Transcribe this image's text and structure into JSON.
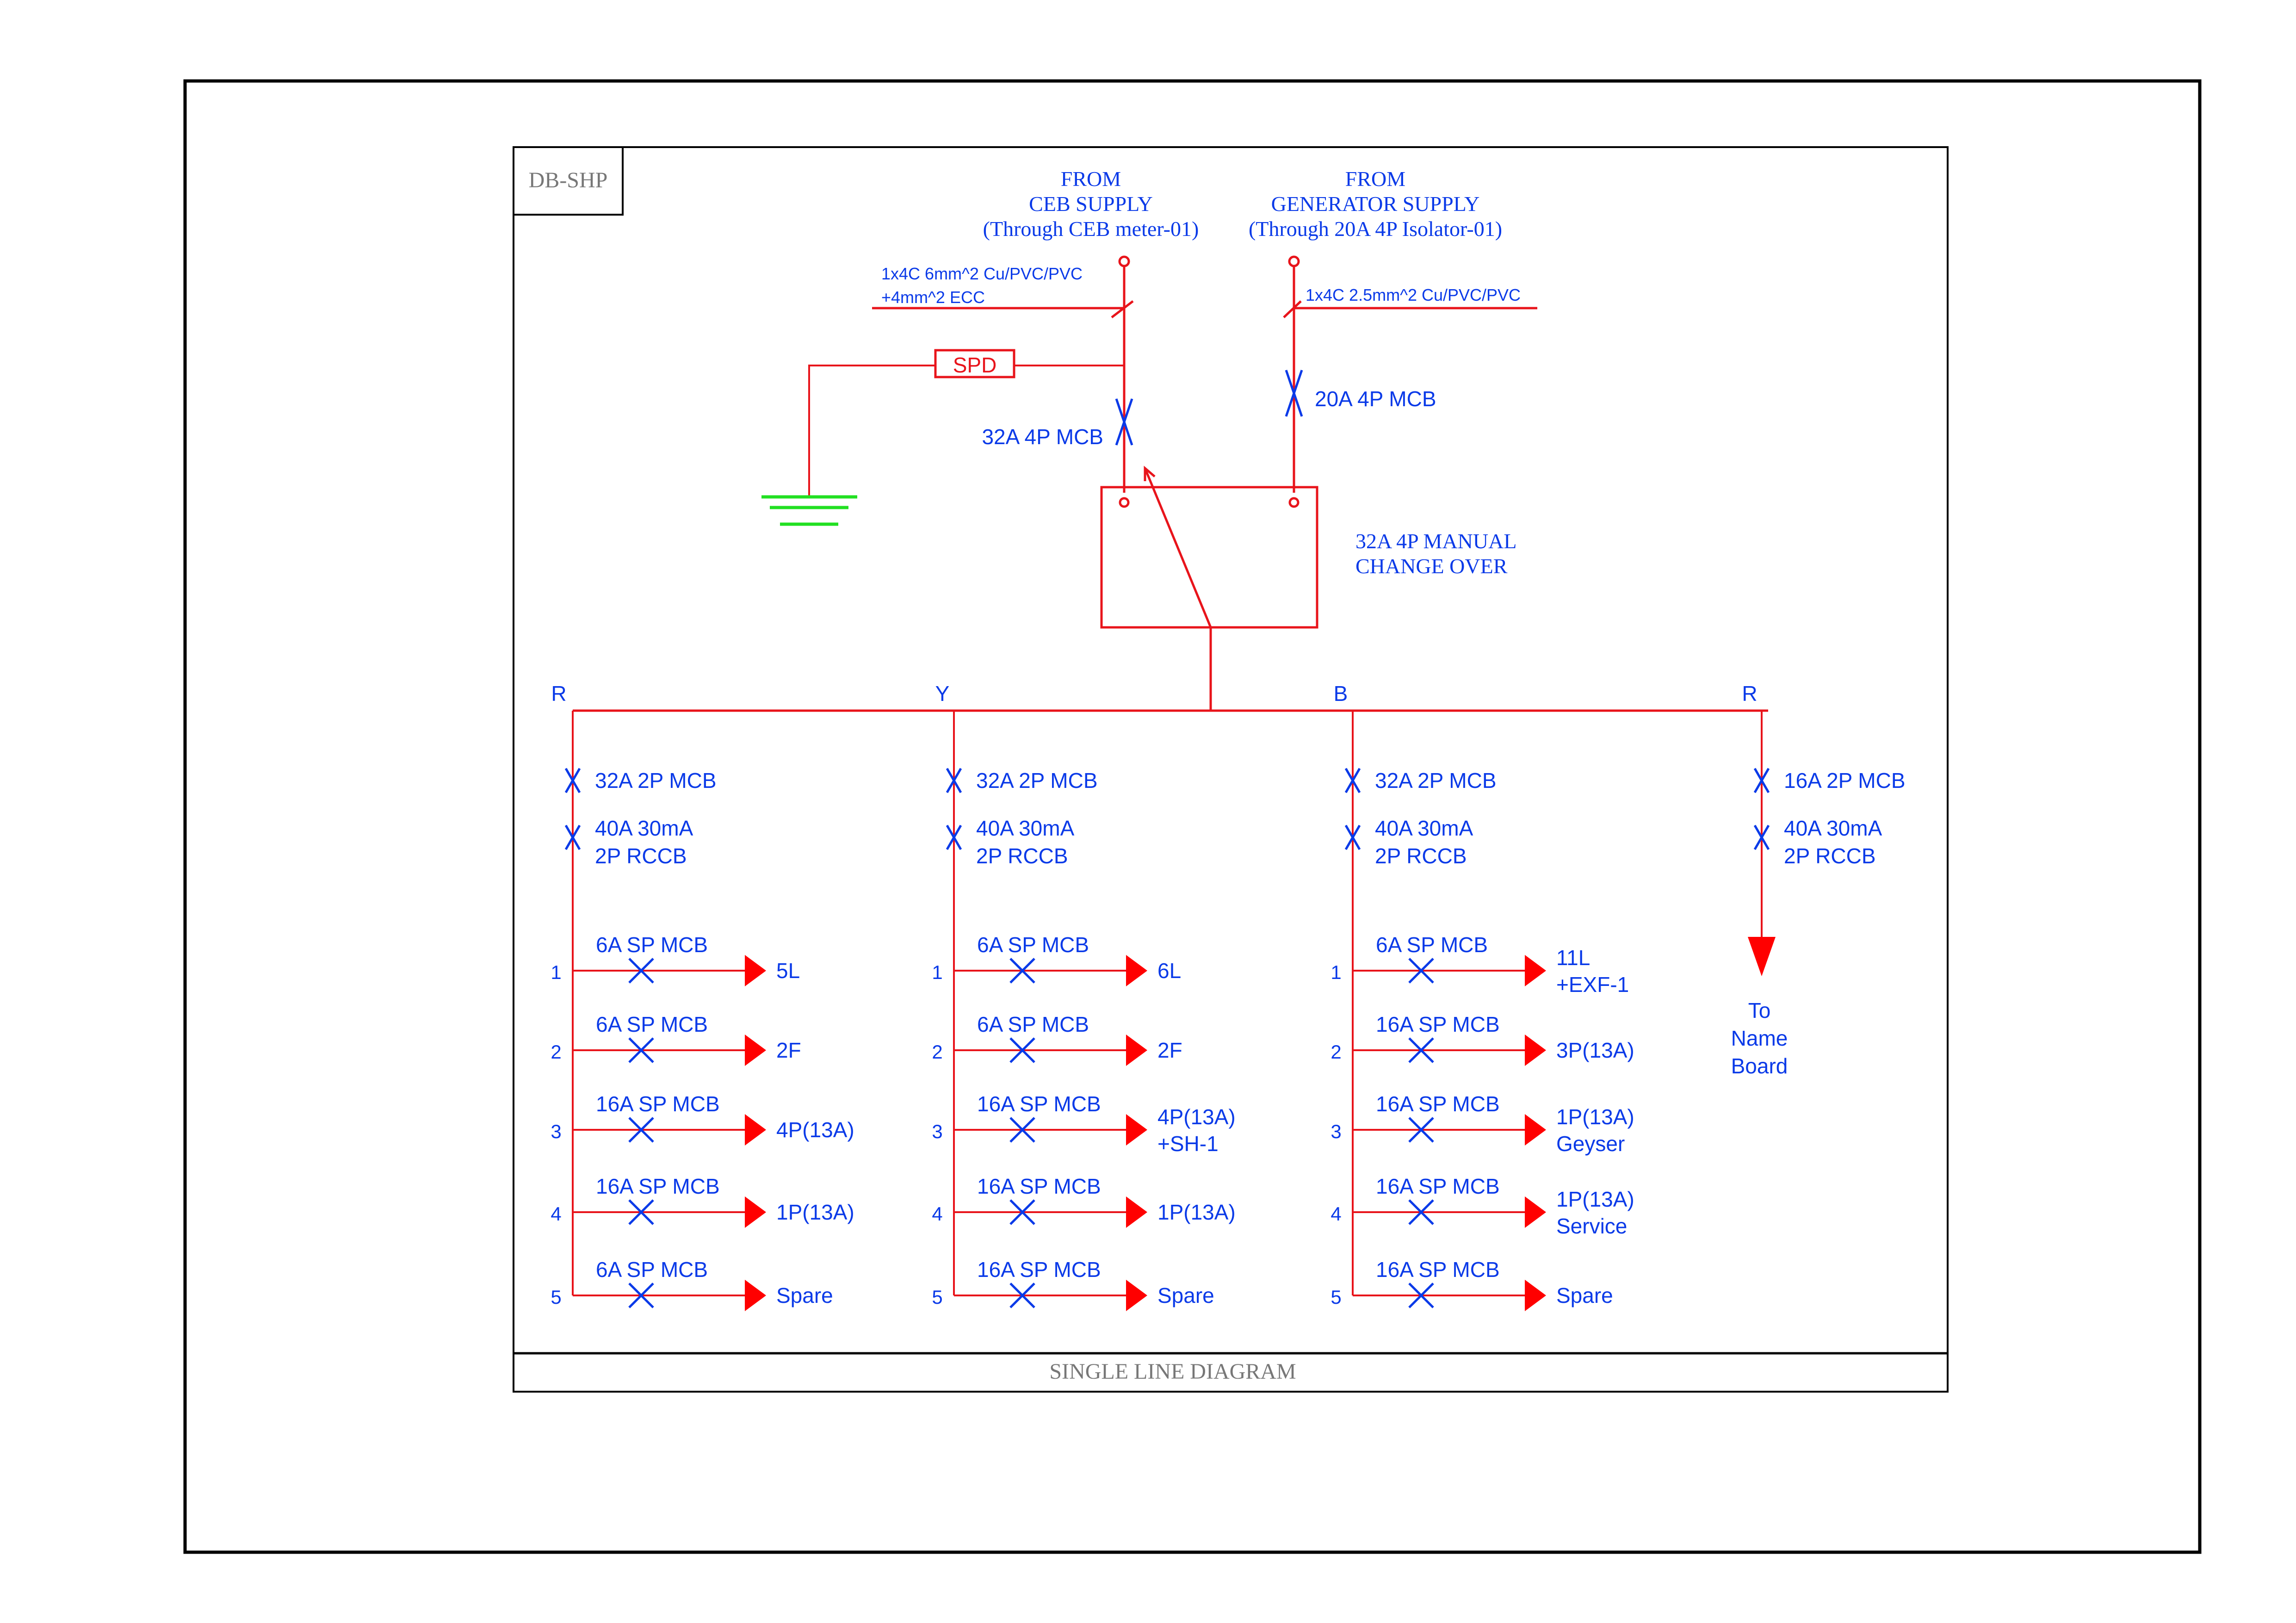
{
  "sheet": {
    "board_tag": "DB-SHP",
    "title_block": "SINGLE LINE DIAGRAM"
  },
  "colors": {
    "wire": "#e8141b",
    "text": "#0a3ae8",
    "earth": "#22e022",
    "frame": "#000000",
    "label_grey": "#777777"
  },
  "supplies": {
    "ceb": {
      "lines": [
        "FROM",
        "CEB SUPPLY",
        "(Through CEB meter-01)"
      ],
      "cable_lines": [
        "1x4C 6mm^2 Cu/PVC/PVC",
        "+4mm^2 ECC"
      ],
      "breaker": "32A 4P MCB"
    },
    "generator": {
      "lines": [
        "FROM",
        "GENERATOR SUPPLY",
        "(Through 20A 4P Isolator-01)"
      ],
      "cable_lines": [
        "1x4C 2.5mm^2 Cu/PVC/PVC"
      ],
      "breaker": "20A 4P MCB"
    }
  },
  "spd": {
    "label": "SPD"
  },
  "earthing": {
    "symbol": "earth-icon"
  },
  "changeover": {
    "lines": [
      "32A 4P MANUAL",
      "CHANGE OVER"
    ]
  },
  "busbar": {
    "phases": [
      {
        "phase": "R",
        "mcb": "32A 2P MCB",
        "rccb_lines": [
          "40A 30mA",
          "2P RCCB"
        ],
        "circuits": [
          {
            "no": "1",
            "breaker": "6A SP MCB",
            "load": [
              "5L"
            ]
          },
          {
            "no": "2",
            "breaker": "6A SP MCB",
            "load": [
              "2F"
            ]
          },
          {
            "no": "3",
            "breaker": "16A SP MCB",
            "load": [
              "4P(13A)"
            ]
          },
          {
            "no": "4",
            "breaker": "16A SP MCB",
            "load": [
              "1P(13A)"
            ]
          },
          {
            "no": "5",
            "breaker": "6A SP MCB",
            "load": [
              "Spare"
            ]
          }
        ]
      },
      {
        "phase": "Y",
        "mcb": "32A 2P MCB",
        "rccb_lines": [
          "40A 30mA",
          "2P RCCB"
        ],
        "circuits": [
          {
            "no": "1",
            "breaker": "6A SP MCB",
            "load": [
              "6L"
            ]
          },
          {
            "no": "2",
            "breaker": "6A SP MCB",
            "load": [
              "2F"
            ]
          },
          {
            "no": "3",
            "breaker": "16A SP MCB",
            "load": [
              "4P(13A)",
              "+SH-1"
            ]
          },
          {
            "no": "4",
            "breaker": "16A SP MCB",
            "load": [
              "1P(13A)"
            ]
          },
          {
            "no": "5",
            "breaker": "16A SP MCB",
            "load": [
              "Spare"
            ]
          }
        ]
      },
      {
        "phase": "B",
        "mcb": "32A 2P MCB",
        "rccb_lines": [
          "40A 30mA",
          "2P RCCB"
        ],
        "circuits": [
          {
            "no": "1",
            "breaker": "6A SP MCB",
            "load": [
              "11L",
              "+EXF-1"
            ]
          },
          {
            "no": "2",
            "breaker": "16A SP MCB",
            "load": [
              "3P(13A)"
            ]
          },
          {
            "no": "3",
            "breaker": "16A SP MCB",
            "load": [
              "1P(13A)",
              "Geyser"
            ]
          },
          {
            "no": "4",
            "breaker": "16A SP MCB",
            "load": [
              "1P(13A)",
              "Service"
            ]
          },
          {
            "no": "5",
            "breaker": "16A SP MCB",
            "load": [
              "Spare"
            ]
          }
        ]
      },
      {
        "phase": "R",
        "mcb": "16A 2P MCB",
        "rccb_lines": [
          "40A 30mA",
          "2P RCCB"
        ],
        "destination_lines": [
          "To",
          "Name",
          "Board"
        ]
      }
    ]
  }
}
